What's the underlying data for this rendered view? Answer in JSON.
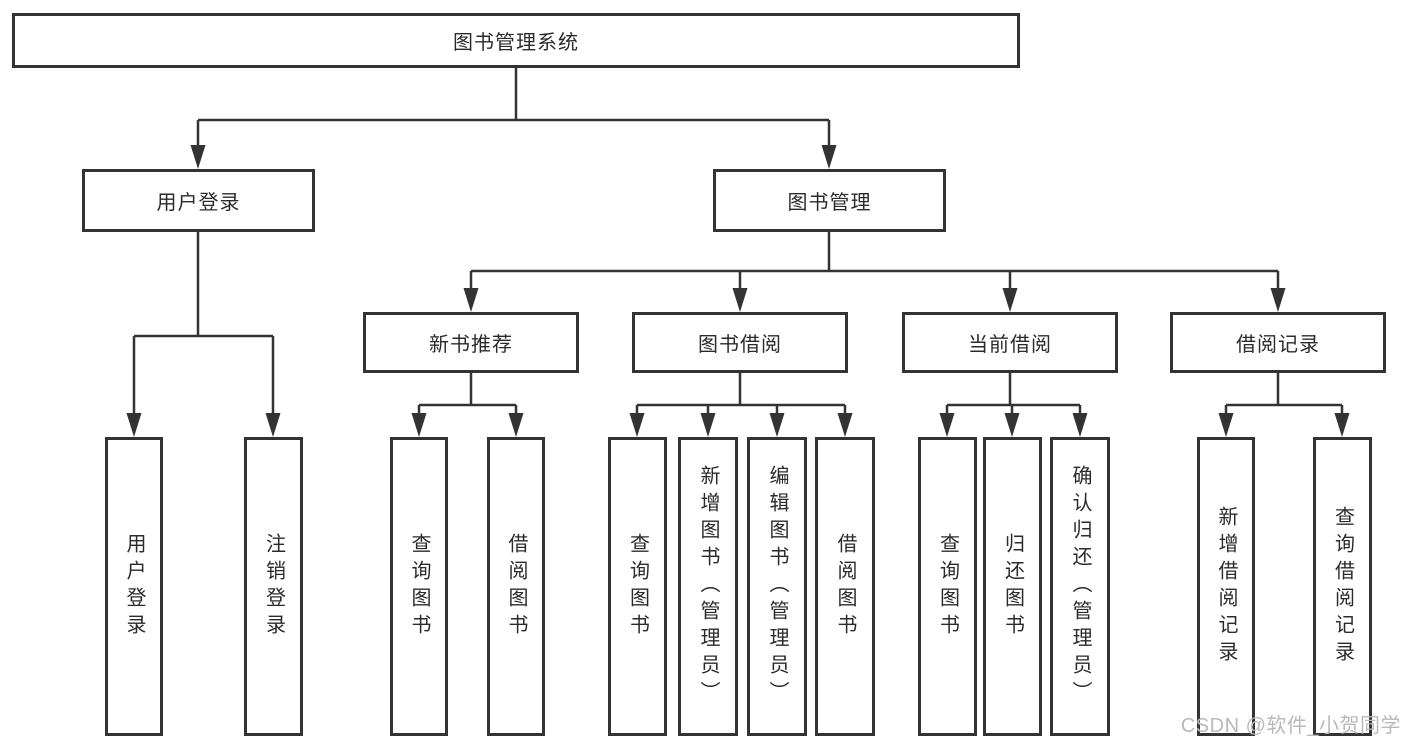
{
  "colors": {
    "line": "#333333",
    "box_border": "#333333",
    "text": "#2b2b2b",
    "watermark": "#b9b9b9",
    "background": "#ffffff"
  },
  "watermark": "CSDN @软件_小贺同学",
  "tree": {
    "label": "图书管理系统",
    "children": [
      {
        "label": "用户登录",
        "children": [
          {
            "label": "用户登录"
          },
          {
            "label": "注销登录"
          }
        ]
      },
      {
        "label": "图书管理",
        "children": [
          {
            "label": "新书推荐",
            "children": [
              {
                "label": "查询图书"
              },
              {
                "label": "借阅图书"
              }
            ]
          },
          {
            "label": "图书借阅",
            "children": [
              {
                "label": "查询图书"
              },
              {
                "label": "新增图书（管理员）"
              },
              {
                "label": "编辑图书（管理员）"
              },
              {
                "label": "借阅图书"
              }
            ]
          },
          {
            "label": "当前借阅",
            "children": [
              {
                "label": "查询图书"
              },
              {
                "label": "归还图书"
              },
              {
                "label": "确认归还（管理员）"
              }
            ]
          },
          {
            "label": "借阅记录",
            "children": [
              {
                "label": "新增借阅记录"
              },
              {
                "label": "查询借阅记录"
              }
            ]
          }
        ]
      }
    ]
  }
}
